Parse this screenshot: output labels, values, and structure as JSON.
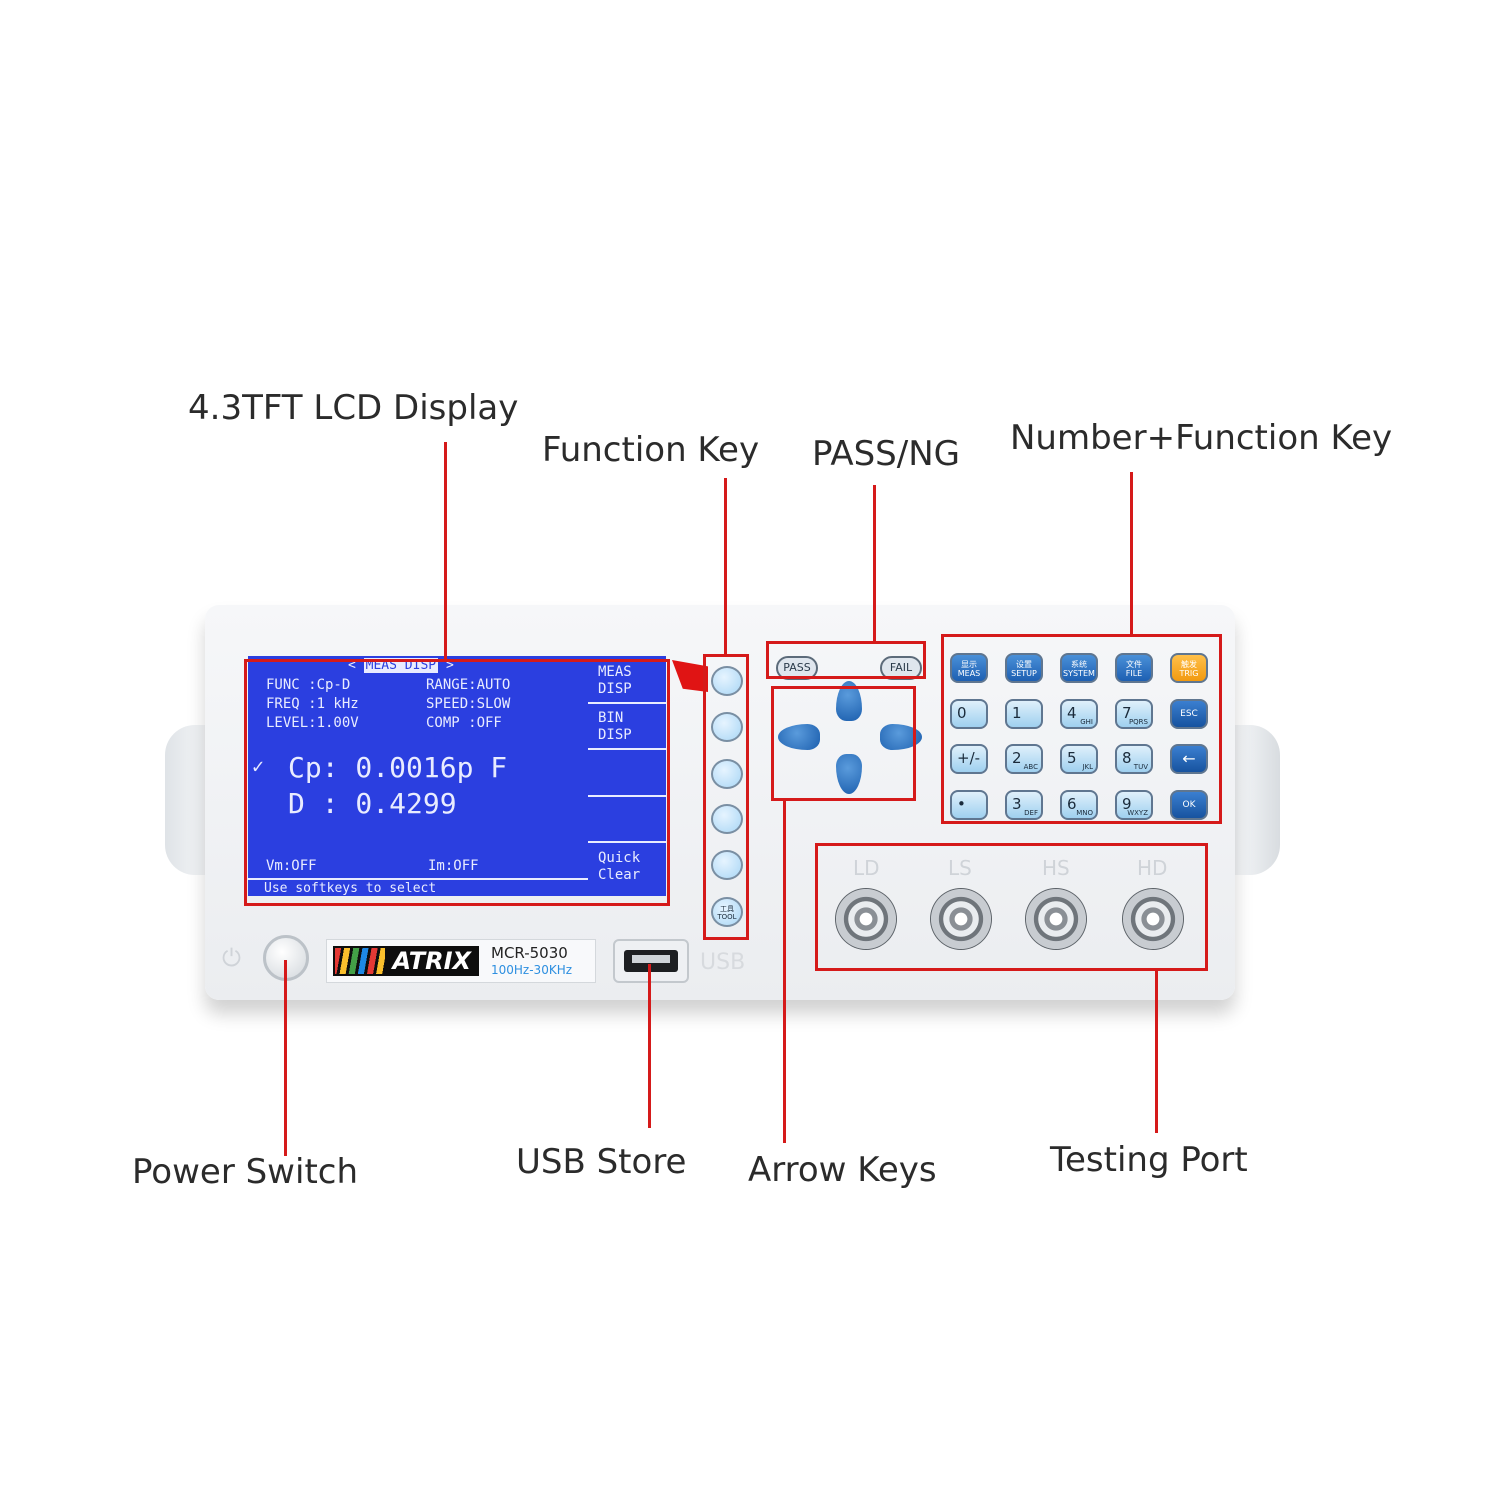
{
  "callouts": {
    "lcd": "4.3TFT LCD Display",
    "function_key": "Function Key",
    "pass_ng": "PASS/NG",
    "number_function_key": "Number+Function Key",
    "power_switch": "Power Switch",
    "usb_store": "USB Store",
    "arrow_keys": "Arrow Keys",
    "testing_port": "Testing Port"
  },
  "lcd": {
    "header_left": "<",
    "header_title": "MEAS DISP",
    "header_right": ">",
    "func": "FUNC :Cp-D",
    "freq": "FREQ :1 kHz",
    "level": "LEVEL:1.00V",
    "range": "RANGE:AUTO",
    "speed": "SPEED:SLOW",
    "comp": "COMP :OFF",
    "check": "✓",
    "primary": "Cp: 0.0016p F",
    "secondary": "D : 0.4299",
    "vm": "Vm:OFF",
    "im": "Im:OFF",
    "status": "Use softkeys to select",
    "softkeys": [
      "MEAS\nDISP",
      "BIN\nDISP",
      "",
      "",
      "Quick\nClear"
    ]
  },
  "function_keys": {
    "tool_cn": "工具",
    "tool": "TOOL"
  },
  "pass_fail": {
    "pass": "PASS",
    "fail": "FAIL"
  },
  "keypad": {
    "fn_keys": [
      {
        "cn": "显示",
        "en": "MEAS"
      },
      {
        "cn": "设置",
        "en": "SETUP"
      },
      {
        "cn": "系统",
        "en": "SYSTEM"
      },
      {
        "cn": "文件",
        "en": "FILE"
      },
      {
        "cn": "触发",
        "en": "TRIG"
      }
    ],
    "row2": [
      {
        "main": "0",
        "sub": ""
      },
      {
        "main": "1",
        "sub": ""
      },
      {
        "main": "4",
        "sub": "GHI"
      },
      {
        "main": "7",
        "sub": "PQRS"
      }
    ],
    "row3": [
      {
        "main": "+/-",
        "sub": ""
      },
      {
        "main": "2",
        "sub": "ABC"
      },
      {
        "main": "5",
        "sub": "JKL"
      },
      {
        "main": "8",
        "sub": "TUV"
      }
    ],
    "row4": [
      {
        "main": "•",
        "sub": ""
      },
      {
        "main": "3",
        "sub": "DEF"
      },
      {
        "main": "6",
        "sub": "MNO"
      },
      {
        "main": "9",
        "sub": "WXYZ"
      }
    ],
    "esc": "ESC",
    "back": "←",
    "ok": "OK",
    "orange_color": "#f29a10",
    "blue_color": "#1d5fb2"
  },
  "ports": [
    "LD",
    "LS",
    "HS",
    "HD"
  ],
  "device": {
    "brand": "ATRIX",
    "model": "MCR-5030",
    "range": "100Hz-30KHz",
    "usb": "USB",
    "power_icon": "⏻"
  },
  "colors": {
    "callout_red": "#d51a1a",
    "lcd_blue": "#2b3fe0"
  }
}
